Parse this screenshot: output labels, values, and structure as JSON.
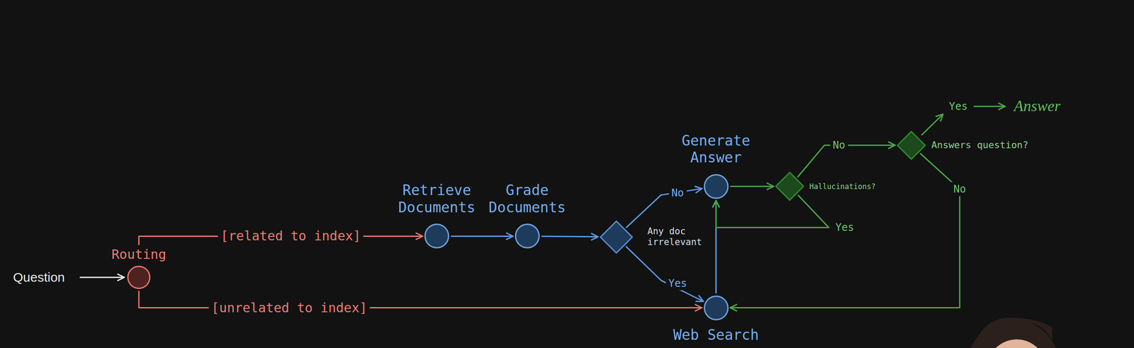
{
  "diagram": {
    "nodes": [
      {
        "text": [
          "Routing"
        ]
      },
      {
        "text": [
          "Retrieve Documents"
        ]
      },
      {
        "text": [
          "Grade Documents"
        ]
      },
      {
        "text": [
          "Any doc irrelevant"
        ]
      },
      {
        "text": [
          "Generate Answer"
        ]
      },
      {
        "text": [
          "Web Search"
        ]
      },
      {
        "text": [
          "Hallucinations?"
        ]
      },
      {
        "text": [
          "Answers question?"
        ]
      }
    ],
    "edges": [
      {
        "from": 0,
        "to": 1,
        "label": "[related to index]",
        "arrow": "to"
      },
      {
        "from": 0,
        "to": 5,
        "label": "[unrelated to index]",
        "arrow": "to"
      },
      {
        "from": 1,
        "to": 2,
        "arrow": "to"
      },
      {
        "from": 2,
        "to": 3,
        "arrow": "to"
      },
      {
        "from": 3,
        "to": 4,
        "label": "No",
        "arrow": "to"
      },
      {
        "from": 3,
        "to": 5,
        "label": "Yes",
        "arrow": "to"
      },
      {
        "from": 5,
        "to": 4,
        "arrow": "to"
      },
      {
        "from": 4,
        "to": 6,
        "arrow": "to"
      },
      {
        "from": 6,
        "to": 7,
        "label": "No",
        "arrow": "to"
      },
      {
        "from": 6,
        "to": 4,
        "label": "Yes",
        "arrow": "to"
      },
      {
        "from": 7,
        "to": 5,
        "label": "No",
        "arrow": "to"
      }
    ],
    "labels": [
      "Question",
      "Yes",
      "Answer"
    ]
  }
}
